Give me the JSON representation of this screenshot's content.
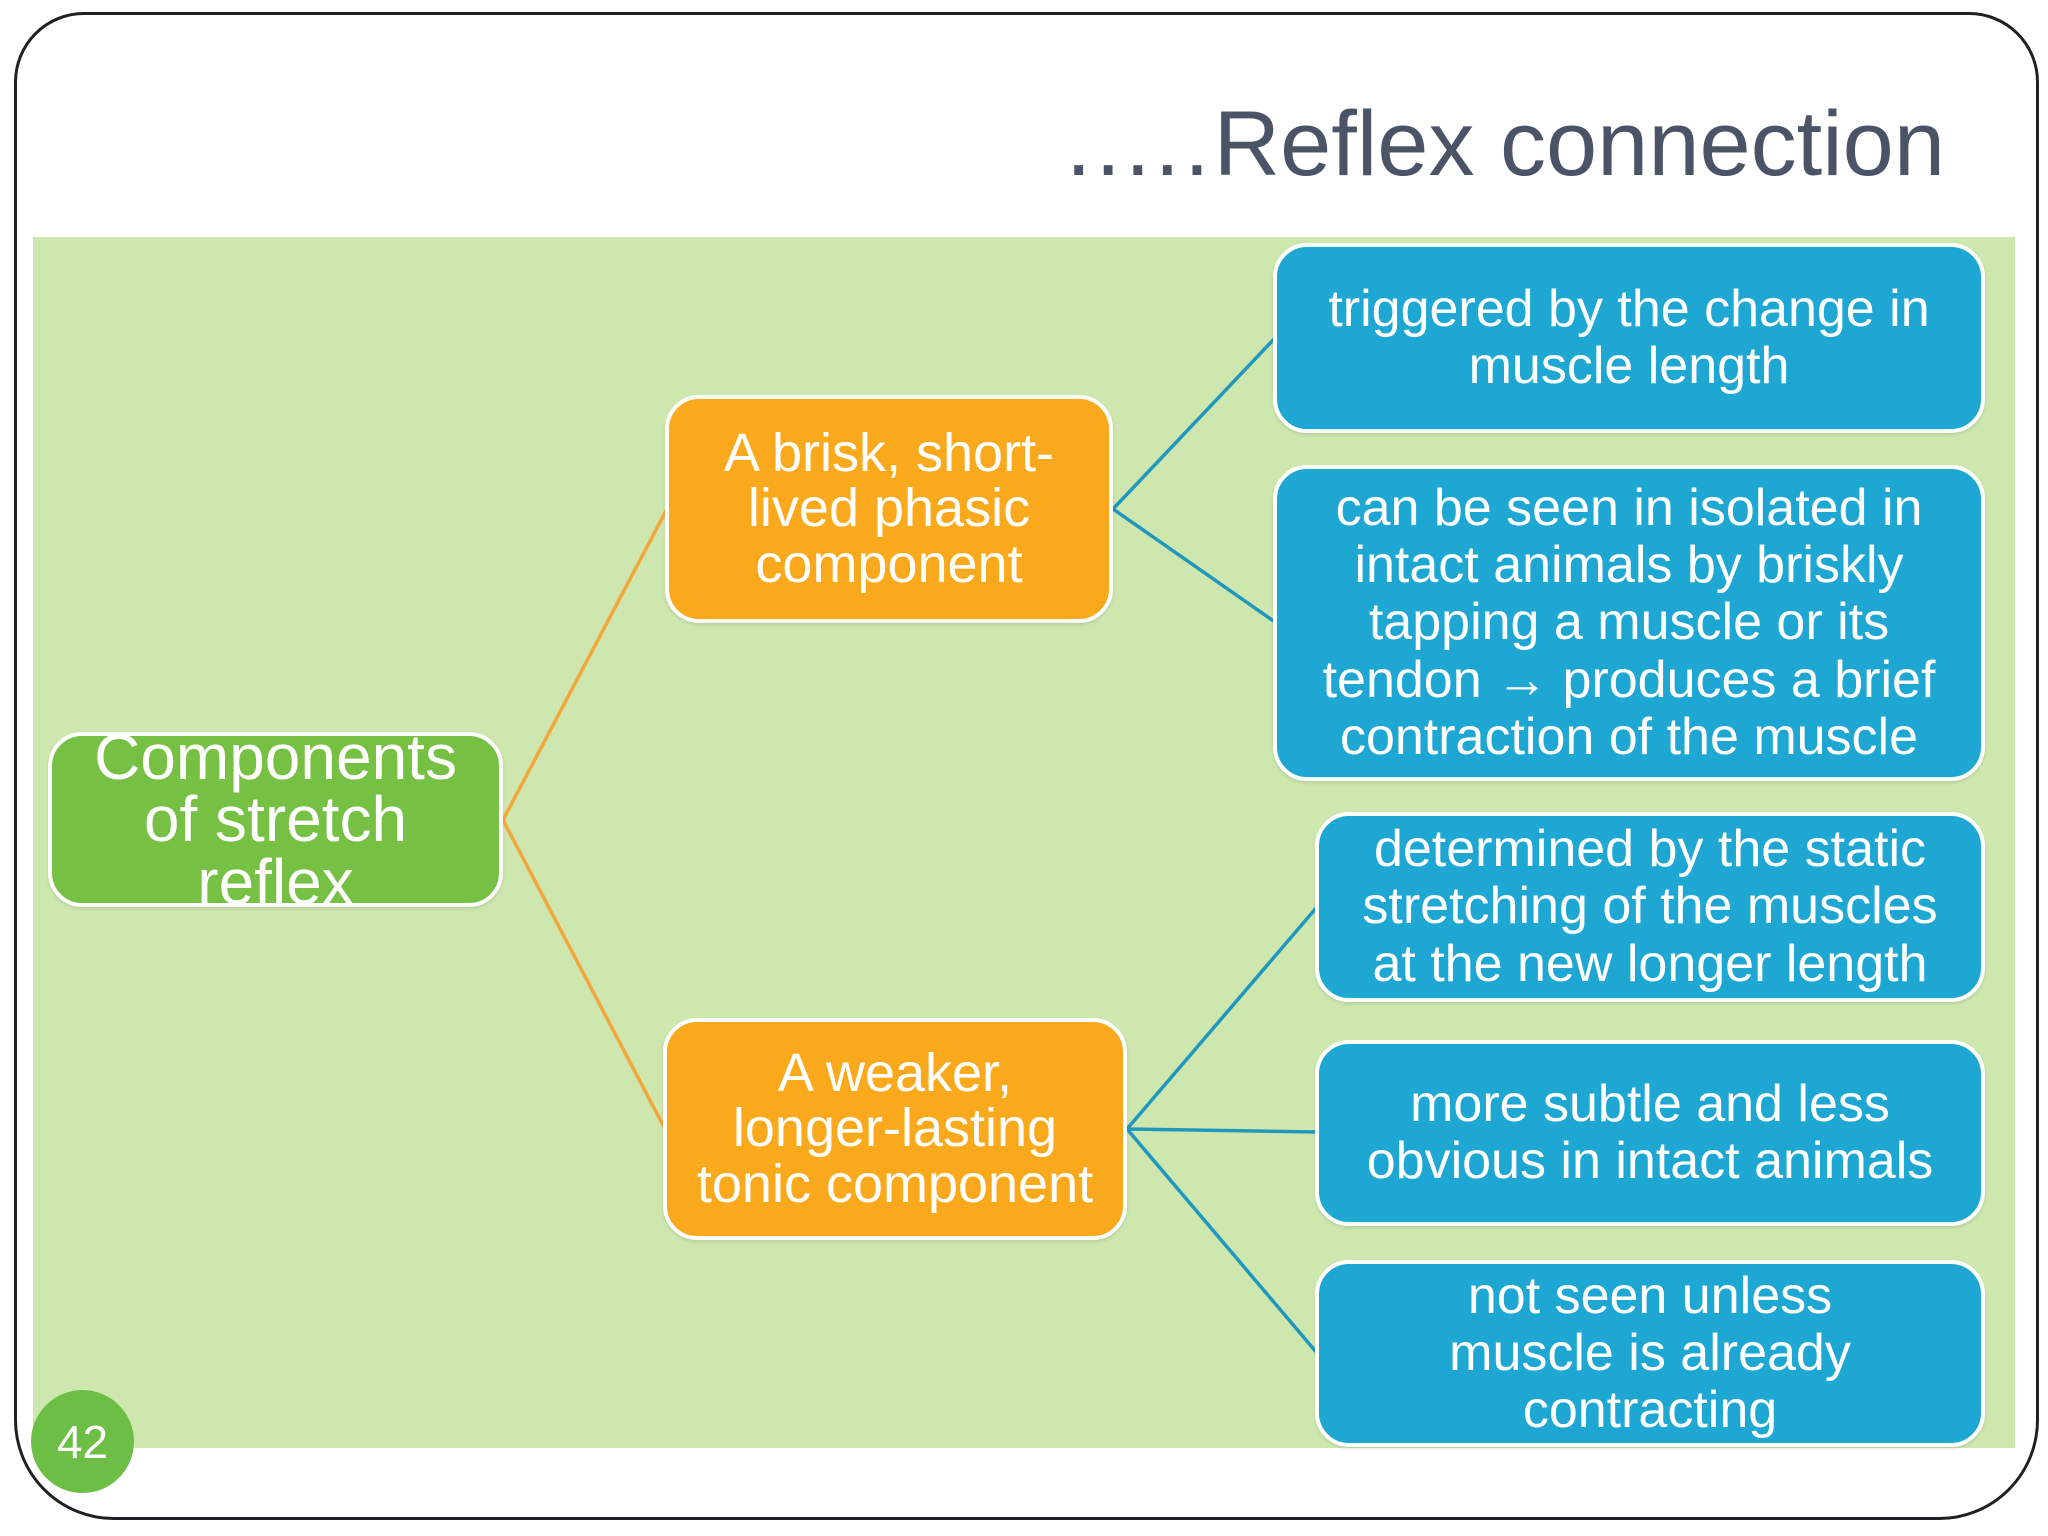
{
  "slide": {
    "title": {
      "dots": ".....",
      "text": "Reflex connection"
    },
    "page_number": "42",
    "colors": {
      "title_text": "#4b5467",
      "panel_background": "#cde7ae",
      "root_box": "#76c043",
      "branch_box": "#faa91d",
      "leaf_box": "#1ea7d2",
      "level1_connector": "#f2a73b",
      "level2_connector": "#2297bd",
      "page_badge": "#6cbe45"
    }
  },
  "diagram": {
    "root": {
      "label": "Components of stretch reflex"
    },
    "branches": [
      {
        "label": "A brisk, short-lived phasic component",
        "children": [
          "triggered by the change in muscle length",
          "can be seen in isolated in intact animals by briskly tapping a muscle or its tendon → produces a brief contraction of the muscle"
        ]
      },
      {
        "label": "A weaker, longer-lasting tonic component",
        "children": [
          "determined by the static stretching of the muscles at the new longer length",
          "more subtle and less obvious in intact animals",
          "not seen unless muscle is already contracting"
        ]
      }
    ]
  }
}
